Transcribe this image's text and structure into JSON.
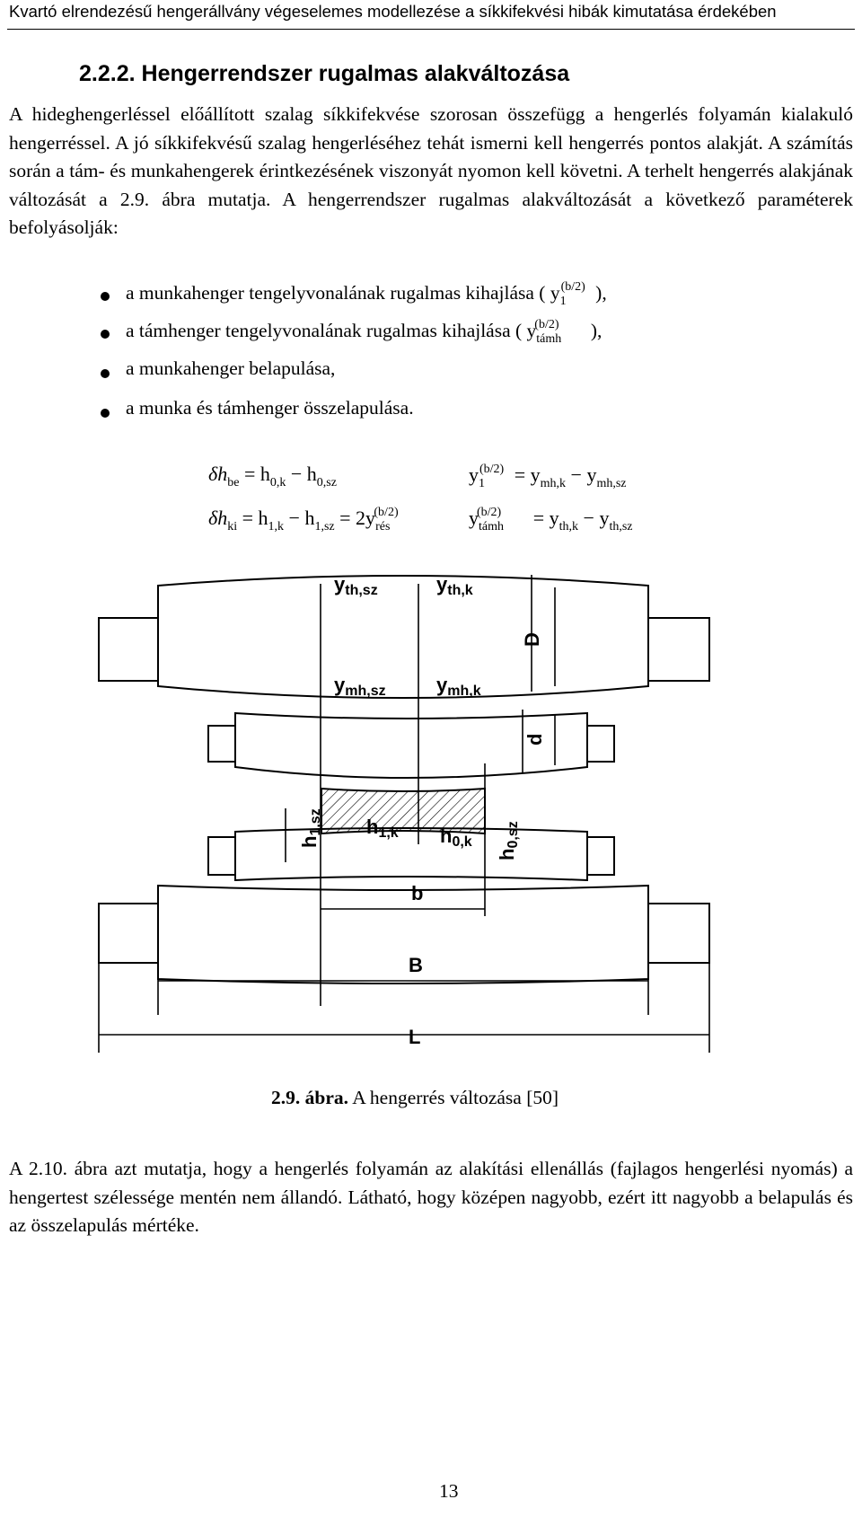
{
  "header": {
    "running_title": "Kvartó elrendezésű hengerállvány végeselemes modellezése a síkkifekvési hibák kimutatása érdekében"
  },
  "section": {
    "number": "2.2.2.",
    "title": "Hengerrendszer rugalmas alakváltozása"
  },
  "para1": "A hideghengerléssel előállított szalag síkkifekvése szorosan összefügg a hengerlés folyamán kialakuló hengerréssel. A jó síkkifekvésű szalag hengerléséhez tehát ismerni kell hengerrés pontos alakját. A számítás során a tám- és munkahengerek érintkezésének viszonyát nyomon kell követni. A terhelt hengerrés alakjának változását a 2.9. ábra mutatja. A hengerrendszer rugalmas alakváltozását a következő paraméterek befolyásolják:",
  "bullets": [
    {
      "text": "a munkahenger tengelyvonalának rugalmas kihajlása (",
      "sym": "y",
      "sup": "(b/2)",
      "sub": "1",
      "tail": "),"
    },
    {
      "text": "a támhenger tengelyvonalának rugalmas kihajlása (",
      "sym": "y",
      "sup": "(b/2)",
      "sub": "támh",
      "tail": "),"
    },
    {
      "text": "a munkahenger belapulása,"
    },
    {
      "text": "a munka és támhenger összelapulása."
    }
  ],
  "equations": {
    "eq1": {
      "lhs": "δh",
      "lhs_sub": "be",
      "rhs": "= h",
      "t1_sub": "0,k",
      "minus": "− h",
      "t2_sub": "0,sz"
    },
    "eq2": {
      "lhs": "δh",
      "lhs_sub": "ki",
      "rhs": "= h",
      "t1_sub": "1,k",
      "minus": "− h",
      "t2_sub": "1,sz",
      "eq": "= 2y",
      "t3_sup": "(b/2)",
      "t3_sub": "rés"
    },
    "eq3": {
      "lhs": "y",
      "lhs_sup": "(b/2)",
      "lhs_sub": "1",
      "rhs": "= y",
      "t1_sub": "mh,k",
      "minus": "− y",
      "t2_sub": "mh,sz"
    },
    "eq4": {
      "lhs": "y",
      "lhs_sup": "(b/2)",
      "lhs_sub": "támh",
      "rhs": "= y",
      "t1_sub": "th,k",
      "minus": "− y",
      "t2_sub": "th,sz"
    }
  },
  "figure": {
    "labels": {
      "y_th_sz": "y",
      "y_th_sz_sub": "th,sz",
      "y_th_k": "y",
      "y_th_k_sub": "th,k",
      "y_mh_sz": "y",
      "y_mh_sz_sub": "mh,sz",
      "y_mh_k": "y",
      "y_mh_k_sub": "mh,k",
      "D": "D",
      "d": "d",
      "h1sz": "h",
      "h1sz_sub": "1,sz",
      "h1k": "h",
      "h1k_sub": "1,k",
      "h0k": "h",
      "h0k_sub": "0,k",
      "h0sz": "h",
      "h0sz_sub": "0,sz",
      "b": "b",
      "B": "B",
      "L": "L"
    }
  },
  "caption": {
    "number": "2.9. ábra.",
    "text": " A hengerrés változása [50]"
  },
  "para2": "A 2.10. ábra azt mutatja, hogy a hengerlés folyamán az alakítási ellenállás (fajlagos hengerlési nyomás) a hengertest szélessége mentén nem állandó. Látható, hogy középen nagyobb, ezért itt nagyobb a belapulás és az összelapulás mértéke.",
  "page_number": "13"
}
